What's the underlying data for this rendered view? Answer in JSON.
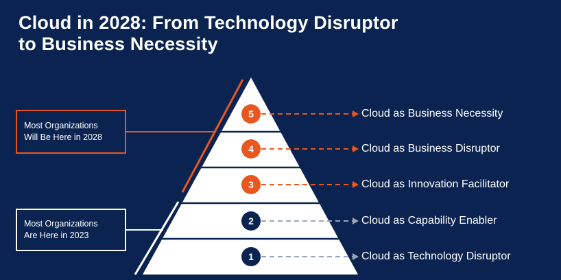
{
  "title": {
    "line1": "Cloud in 2028: From Technology Disruptor",
    "line2": "to Business Necessity"
  },
  "callouts": {
    "future": {
      "line1": "Most Organizations",
      "line2": "Will Be Here in 2028"
    },
    "current": {
      "line1": "Most Organizations",
      "line2": "Are Here in 2023"
    }
  },
  "levels": [
    {
      "number": "5",
      "label": "Cloud as Business Necessity"
    },
    {
      "number": "4",
      "label": "Cloud as Business Disruptor"
    },
    {
      "number": "3",
      "label": "Cloud as Innovation Facilitator"
    },
    {
      "number": "2",
      "label": "Cloud as Capability Enabler"
    },
    {
      "number": "1",
      "label": "Cloud as Technology Disruptor"
    }
  ],
  "colors": {
    "background": "#0b2350",
    "accent_orange": "#e8571f",
    "pyramid": "#ffffff",
    "badge_dark": "#0b2350",
    "dashed_gray": "#9aa6b8"
  }
}
